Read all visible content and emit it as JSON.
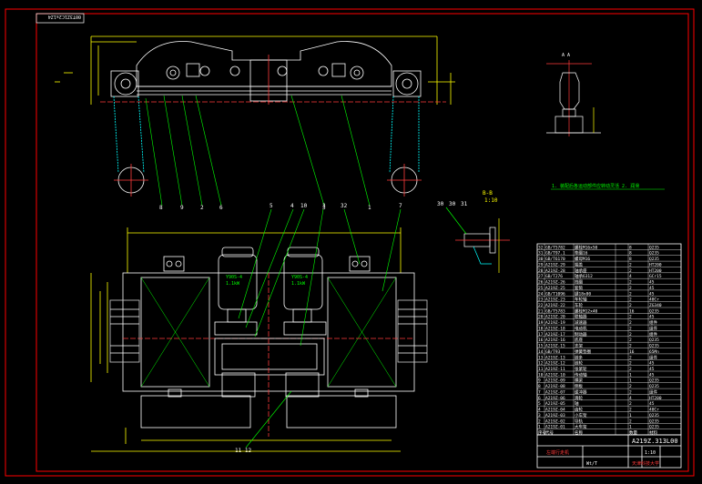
{
  "drawing": {
    "stamp_text": "00T3Z1C2s1Z4",
    "colors": {
      "background": "#000000",
      "frame": "#ff0000",
      "outline": "#ffffff",
      "leader": "#00ff00",
      "centerline": "#ff3b3b",
      "dimension": "#ffff00",
      "hatch": "#00ffff"
    }
  },
  "top_view_labels": [
    "8",
    "9",
    "2",
    "6",
    "3",
    "1"
  ],
  "plan_view_labels": [
    "5",
    "4",
    "10",
    "3",
    "32",
    "7"
  ],
  "section_labels": [
    "30",
    "30",
    "31"
  ],
  "section_title": "B-B",
  "section_scale": "1:10",
  "detail_title": "A  A",
  "bottom_label": "11  12",
  "note_text": "1. 装配后各运动部件应转动灵活 2. 润滑",
  "title_block": {
    "drawing_number": "A219Z.313L00",
    "part_name": "左端行走机",
    "school": "天津科技大学",
    "scale": "1:10",
    "sheet": "Wt/T"
  },
  "parts_list": [
    {
      "no": "32",
      "code": "GB/T5782",
      "name": "螺栓M16x50",
      "qty": "8",
      "mat": "Q235"
    },
    {
      "no": "31",
      "code": "GB/T97.1",
      "name": "垫圈16",
      "qty": "8",
      "mat": "Q235"
    },
    {
      "no": "30",
      "code": "GB/T6170",
      "name": "螺母M16",
      "qty": "8",
      "mat": "Q235"
    },
    {
      "no": "29",
      "code": "A219Z-29",
      "name": "端盖",
      "qty": "2",
      "mat": "HT200"
    },
    {
      "no": "28",
      "code": "A219Z-28",
      "name": "轴承座",
      "qty": "2",
      "mat": "HT200"
    },
    {
      "no": "27",
      "code": "GB/T276",
      "name": "轴承6312",
      "qty": "4",
      "mat": "GCr15"
    },
    {
      "no": "26",
      "code": "A219Z-26",
      "name": "挡圈",
      "qty": "2",
      "mat": "45"
    },
    {
      "no": "25",
      "code": "A219Z-25",
      "name": "套筒",
      "qty": "2",
      "mat": "45"
    },
    {
      "no": "24",
      "code": "GB/T1096",
      "name": "键18x80",
      "qty": "2",
      "mat": "45"
    },
    {
      "no": "23",
      "code": "A219Z-23",
      "name": "车轮轴",
      "qty": "2",
      "mat": "40Cr"
    },
    {
      "no": "22",
      "code": "A219Z-22",
      "name": "车轮",
      "qty": "2",
      "mat": "ZG340"
    },
    {
      "no": "21",
      "code": "GB/T5783",
      "name": "螺栓M12x40",
      "qty": "16",
      "mat": "Q235"
    },
    {
      "no": "20",
      "code": "A219Z-20",
      "name": "联轴器",
      "qty": "2",
      "mat": "45"
    },
    {
      "no": "19",
      "code": "A219Z-19",
      "name": "减速器",
      "qty": "2",
      "mat": "组件"
    },
    {
      "no": "18",
      "code": "A219Z-18",
      "name": "电动机",
      "qty": "2",
      "mat": "组件"
    },
    {
      "no": "17",
      "code": "A219Z-17",
      "name": "制动器",
      "qty": "2",
      "mat": "组件"
    },
    {
      "no": "16",
      "code": "A219Z-16",
      "name": "底座",
      "qty": "2",
      "mat": "Q235"
    },
    {
      "no": "15",
      "code": "A219Z-15",
      "name": "支架",
      "qty": "2",
      "mat": "Q235"
    },
    {
      "no": "14",
      "code": "GB/T93",
      "name": "弹簧垫圈",
      "qty": "16",
      "mat": "65Mn"
    },
    {
      "no": "13",
      "code": "A219Z-13",
      "name": "链条",
      "qty": "2",
      "mat": "组件"
    },
    {
      "no": "12",
      "code": "A219Z-12",
      "name": "链轮",
      "qty": "2",
      "mat": "45"
    },
    {
      "no": "11",
      "code": "A219Z-11",
      "name": "张紧轮",
      "qty": "2",
      "mat": "45"
    },
    {
      "no": "10",
      "code": "A219Z-10",
      "name": "传动轴",
      "qty": "1",
      "mat": "45"
    },
    {
      "no": "9",
      "code": "A219Z-09",
      "name": "横梁",
      "qty": "1",
      "mat": "Q235"
    },
    {
      "no": "8",
      "code": "A219Z-08",
      "name": "侧板",
      "qty": "2",
      "mat": "Q235"
    },
    {
      "no": "7",
      "code": "A219Z-07",
      "name": "缓冲器",
      "qty": "2",
      "mat": "组件"
    },
    {
      "no": "6",
      "code": "A219Z-06",
      "name": "滑轮",
      "qty": "4",
      "mat": "HT200"
    },
    {
      "no": "5",
      "code": "A219Z-05",
      "name": "轴",
      "qty": "2",
      "mat": "45"
    },
    {
      "no": "4",
      "code": "A219Z-04",
      "name": "齿轮",
      "qty": "2",
      "mat": "40Cr"
    },
    {
      "no": "3",
      "code": "A219Z-03",
      "name": "小车架",
      "qty": "1",
      "mat": "Q235"
    },
    {
      "no": "2",
      "code": "A219Z-02",
      "name": "导轨",
      "qty": "2",
      "mat": "Q235"
    },
    {
      "no": "1",
      "code": "A219Z-01",
      "name": "大车架",
      "qty": "1",
      "mat": "Q235"
    },
    {
      "no": "序号",
      "code": "代号",
      "name": "名称",
      "qty": "数量",
      "mat": "材料"
    }
  ]
}
